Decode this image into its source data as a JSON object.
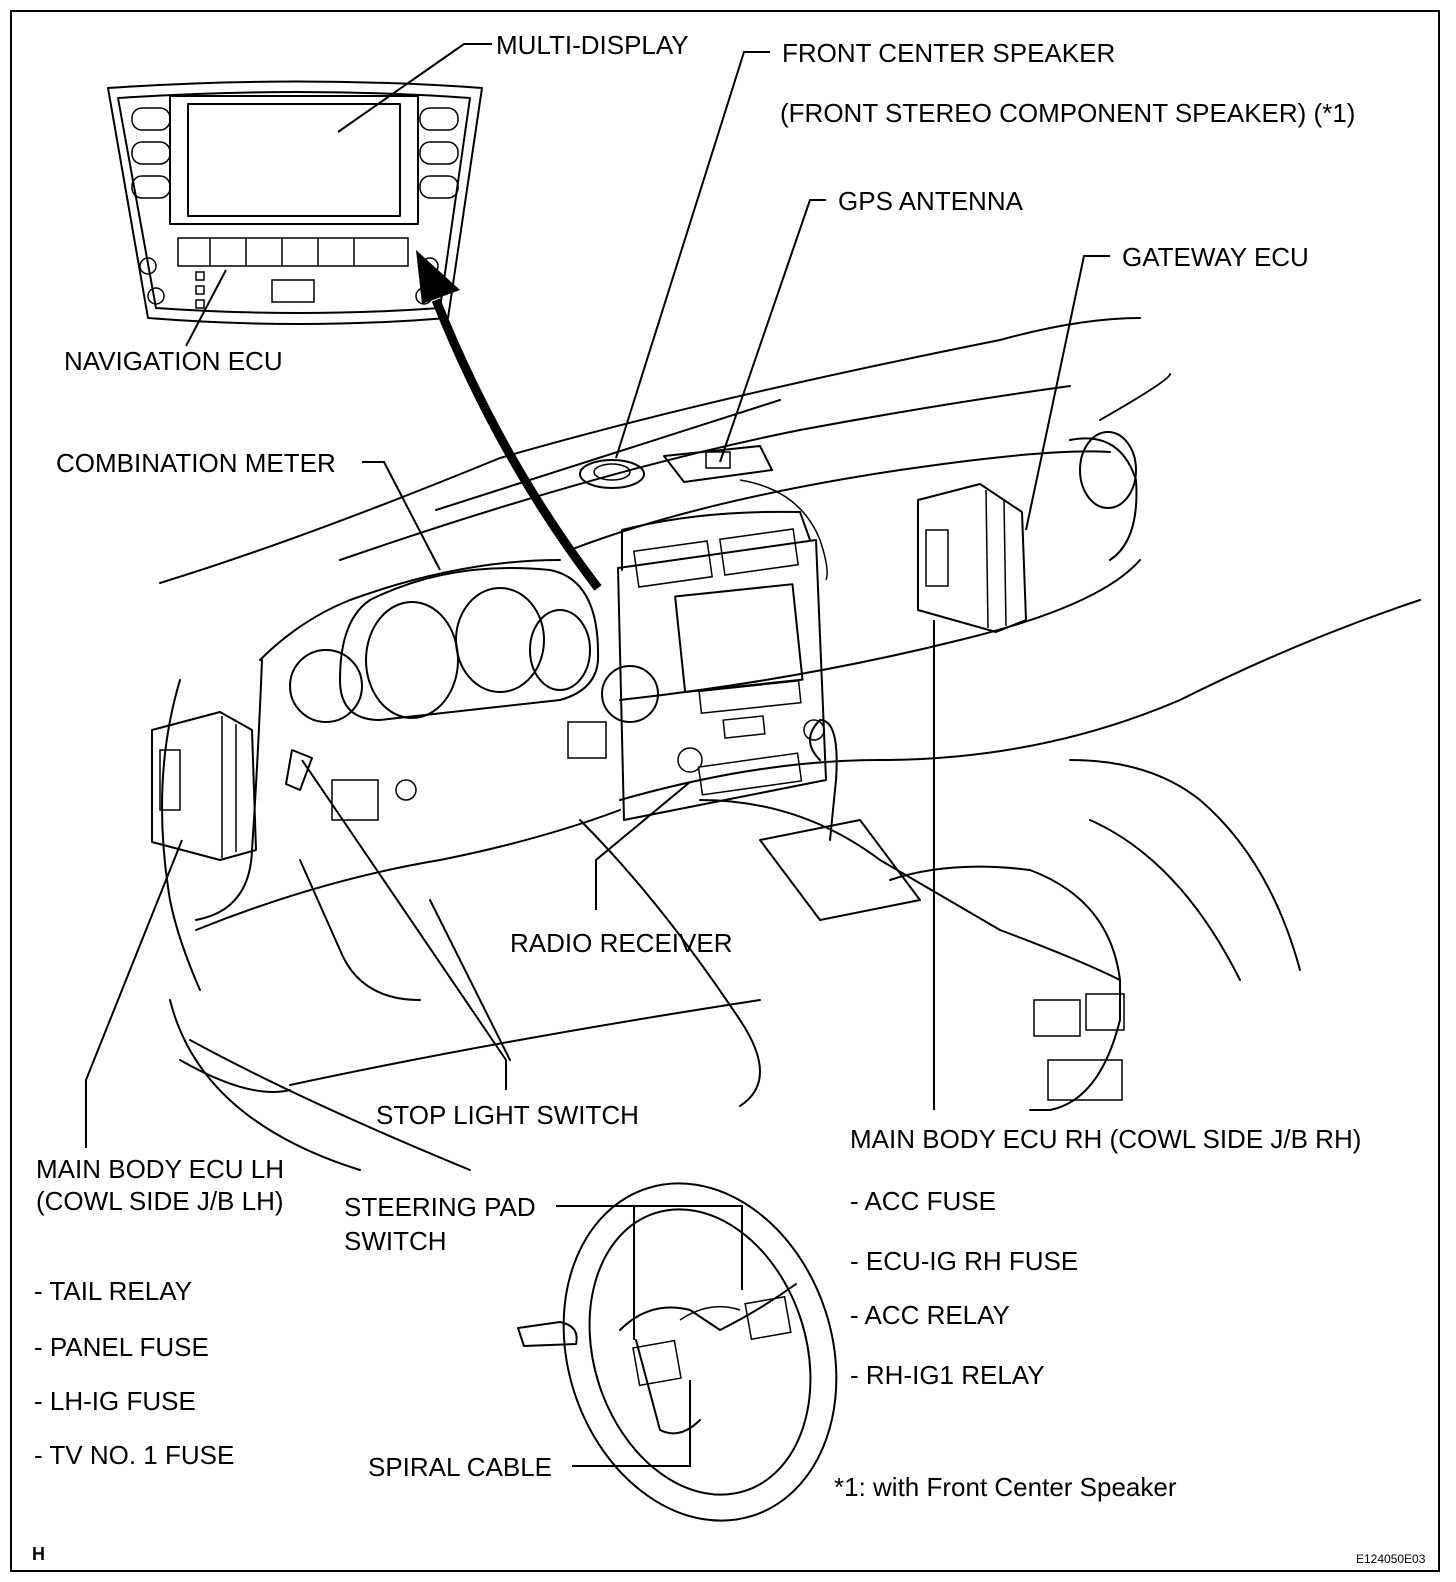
{
  "labels": {
    "multi_display": "MULTI-DISPLAY",
    "front_center_speaker": "FRONT CENTER SPEAKER",
    "front_stereo": "(FRONT STEREO COMPONENT SPEAKER) (*1)",
    "gps_antenna": "GPS ANTENNA",
    "gateway_ecu": "GATEWAY ECU",
    "navigation_ecu": "NAVIGATION ECU",
    "combination_meter": "COMBINATION METER",
    "radio_receiver": "RADIO RECEIVER",
    "stop_light_switch": "STOP LIGHT SWITCH",
    "main_body_ecu_rh": "MAIN BODY ECU RH (COWL SIDE J/B RH)",
    "main_body_ecu_lh_line1": "MAIN BODY ECU LH",
    "main_body_ecu_lh_line2": "(COWL SIDE J/B LH)",
    "steering_pad_line1": "STEERING PAD",
    "steering_pad_line2": "SWITCH",
    "spiral_cable": "SPIRAL CABLE",
    "footnote": "*1: with Front Center Speaker",
    "corner_h": "H",
    "figure_code": "E124050E03"
  },
  "lh_items": [
    "- TAIL RELAY",
    "- PANEL FUSE",
    "- LH-IG FUSE",
    "- TV NO. 1 FUSE"
  ],
  "rh_items": [
    "- ACC FUSE",
    "- ECU-IG RH FUSE",
    "- ACC RELAY",
    "- RH-IG1 RELAY"
  ]
}
